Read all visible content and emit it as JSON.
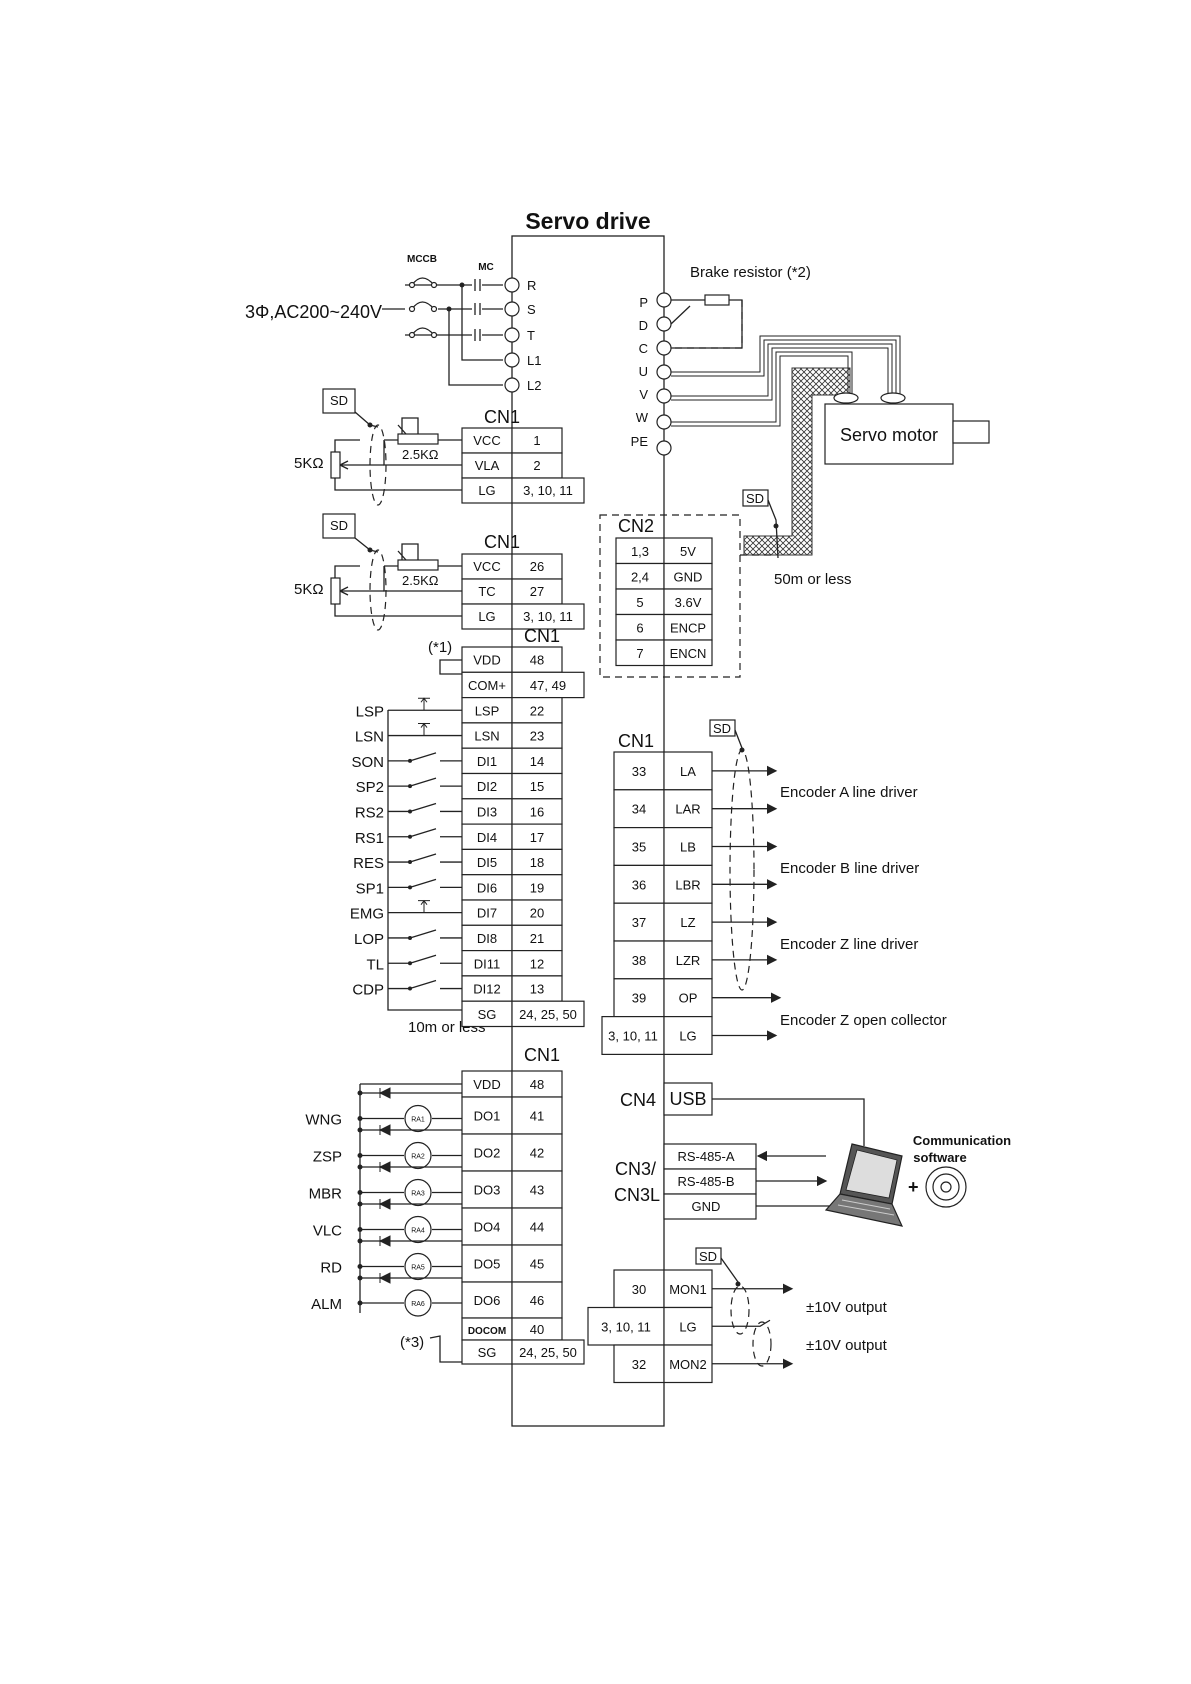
{
  "title": "Servo drive",
  "power": {
    "supply": "3Φ,AC200~240V",
    "mccb": "MCCB",
    "mc": "MC",
    "terminals": [
      "R",
      "S",
      "T",
      "L1",
      "L2"
    ]
  },
  "motor_side": {
    "brake": "Brake resistor (*2)",
    "terminals": [
      "P",
      "D",
      "C",
      "U",
      "V",
      "W",
      "PE"
    ],
    "motor": "Servo motor",
    "cable_length": "50m or less"
  },
  "labels": {
    "sd": "SD",
    "cn1": "CN1",
    "cn2": "CN2",
    "cn4": "CN4",
    "cn3_a": "CN3/",
    "cn3_b": "CN3L",
    "pot_5k": "5KΩ",
    "pot_2k5": "2.5KΩ",
    "note1": "(*1)",
    "note3": "(*3)",
    "di_length": "10m or less",
    "comm_a": "Communication",
    "comm_b": "software",
    "plus": "+"
  },
  "vla_block": [
    [
      "VCC",
      "1"
    ],
    [
      "VLA",
      "2"
    ],
    [
      "LG",
      "3, 10, 11"
    ]
  ],
  "tc_block": [
    [
      "VCC",
      "26"
    ],
    [
      "TC",
      "27"
    ],
    [
      "LG",
      "3, 10, 11"
    ]
  ],
  "di_block": [
    [
      "VDD",
      "48",
      ""
    ],
    [
      "COM+",
      "47, 49",
      ""
    ],
    [
      "LSP",
      "22",
      "LSP"
    ],
    [
      "LSN",
      "23",
      "LSN"
    ],
    [
      "DI1",
      "14",
      "SON"
    ],
    [
      "DI2",
      "15",
      "SP2"
    ],
    [
      "DI3",
      "16",
      "RS2"
    ],
    [
      "DI4",
      "17",
      "RS1"
    ],
    [
      "DI5",
      "18",
      "RES"
    ],
    [
      "DI6",
      "19",
      "SP1"
    ],
    [
      "DI7",
      "20",
      "EMG"
    ],
    [
      "DI8",
      "21",
      "LOP"
    ],
    [
      "DI11",
      "12",
      "TL"
    ],
    [
      "DI12",
      "13",
      "CDP"
    ],
    [
      "SG",
      "24, 25, 50",
      ""
    ]
  ],
  "do_block": [
    [
      "VDD",
      "48",
      "",
      ""
    ],
    [
      "DO1",
      "41",
      "WNG",
      "RA1"
    ],
    [
      "DO2",
      "42",
      "ZSP",
      "RA2"
    ],
    [
      "DO3",
      "43",
      "MBR",
      "RA3"
    ],
    [
      "DO4",
      "44",
      "VLC",
      "RA4"
    ],
    [
      "DO5",
      "45",
      "RD",
      "RA5"
    ],
    [
      "DO6",
      "46",
      "ALM",
      "RA6"
    ],
    [
      "DOCOM",
      "40",
      "",
      ""
    ],
    [
      "SG",
      "24, 25, 50",
      "",
      ""
    ]
  ],
  "cn2_block": [
    [
      "1,3",
      "5V"
    ],
    [
      "2,4",
      "GND"
    ],
    [
      "5",
      "3.6V"
    ],
    [
      "6",
      "ENCP"
    ],
    [
      "7",
      "ENCN"
    ]
  ],
  "enc_block": [
    [
      "33",
      "LA"
    ],
    [
      "34",
      "LAR"
    ],
    [
      "35",
      "LB"
    ],
    [
      "36",
      "LBR"
    ],
    [
      "37",
      "LZ"
    ],
    [
      "38",
      "LZR"
    ],
    [
      "39",
      "OP"
    ],
    [
      "3, 10, 11",
      "LG"
    ]
  ],
  "enc_outputs": [
    "Encoder A line driver",
    "Encoder B line driver",
    "Encoder Z line driver",
    "Encoder Z open collector"
  ],
  "cn4_pin": "USB",
  "cn3_pins": [
    "RS-485-A",
    "RS-485-B",
    "GND"
  ],
  "mon_block": [
    [
      "30",
      "MON1"
    ],
    [
      "3, 10, 11",
      "LG"
    ],
    [
      "32",
      "MON2"
    ]
  ],
  "mon_outputs": [
    "±10V output",
    "±10V output"
  ]
}
